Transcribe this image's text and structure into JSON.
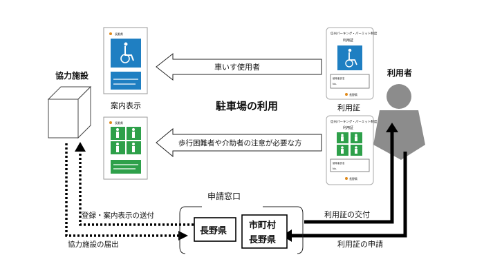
{
  "title": "駐車場の利用",
  "facility": {
    "label": "協力施設"
  },
  "user": {
    "label": "利用者"
  },
  "sign": {
    "caption": "案内表示"
  },
  "permit": {
    "caption": "利用証"
  },
  "arrows": {
    "wheelchair": "車いす使用者",
    "other": "歩行困難者や介助者の注意が必要な方",
    "issue": "利用証の交付",
    "apply": "利用証の申請",
    "register": "登録・案内表示の送付",
    "notify": "協力施設の届出"
  },
  "window": {
    "label": "申請窓口",
    "pref_box": "長野県",
    "city_box": [
      "市町村",
      "長野県"
    ]
  },
  "card": {
    "brand": "長野県",
    "header": "信州パーキング・パーミット制度",
    "permit_title": "利用証",
    "field_name": "使用者氏名",
    "field_no": "No."
  },
  "colors": {
    "blue": "#1f7fc2",
    "green": "#2ea04a",
    "grey": "#8c8c8c"
  }
}
